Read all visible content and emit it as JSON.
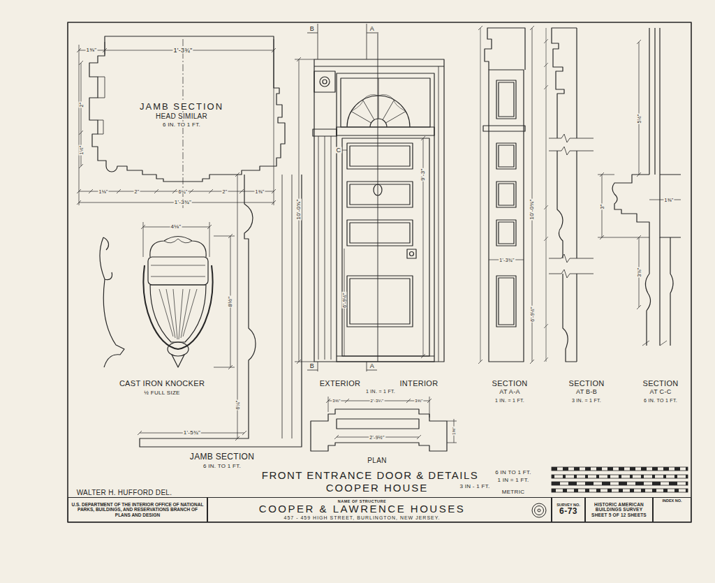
{
  "diagram": {
    "title": "FRONT ENTRANCE DOOR & DETAILS",
    "nodes": [
      {
        "text": [
          "U.S. DEPARTMENT OF THE INTERIOR OFFICE OF NATIONAL PARKS, BUILDINGS, AND RESERVATIONS BRANCH OF PLANS AND DESIGN"
        ]
      },
      {
        "text": [
          "NAME OF STRUCTURE",
          "COOPER & LAWRENCE HOUSES",
          "457 - 459 HIGH STREET, BURLINGTON, NEW JERSEY."
        ]
      },
      {
        "text": [
          "SURVEY NO.",
          "6-73"
        ]
      },
      {
        "text": [
          "HISTORIC AMERICAN BUILDINGS SURVEY",
          "SHEET 5 OF 12 SHEETS"
        ]
      },
      {
        "text": [
          "INDEX NO."
        ]
      }
    ],
    "labels": [
      "JAMB SECTION",
      "HEAD SIMILAR",
      "6 IN. TO 1 FT.",
      "1'-3¾\"",
      "1⅜\"",
      "1⅛\"",
      "2\"",
      "6¼\"",
      "2\"",
      "1⅜\"",
      "1'-3¾\"",
      "2\"",
      "1½\"",
      "CAST IRON KNOCKER",
      "½ FULL SIZE",
      "4⅛\"",
      "8½\"",
      "JAMB SECTION",
      "6 IN. TO 1 FT.",
      "1'-5¾\"",
      "6¼\"",
      "EXTERIOR",
      "INTERIOR",
      "1 IN. = 1 FT.",
      "PLAN",
      "3⅜\"",
      "2'-3¼\"",
      "3⅜\"",
      "2'-9½\"",
      "1⅜\"",
      "B",
      "A",
      "B",
      "A",
      "C",
      "10'-0⅝\"",
      "9'-3\"",
      "6'-9½\"",
      "SECTION",
      "AT A-A",
      "1 IN. = 1 FT.",
      "SECTION",
      "AT B-B",
      "3 IN. = 1 FT.",
      "SECTION",
      "AT C-C",
      "6 IN. TO 1 FT.",
      "10'-0¾\"",
      "1'-3¾\"",
      "6'-9½\"",
      "5½\"",
      "1⅜\"",
      "3\"",
      "3⅝\"",
      "COOPER HOUSE",
      "6 IN TO 1 FT.",
      "1 IN = 1 FT.",
      "3 IN - 1 FT.",
      "METRIC",
      "WALTER H. HUFFORD DEL."
    ]
  }
}
